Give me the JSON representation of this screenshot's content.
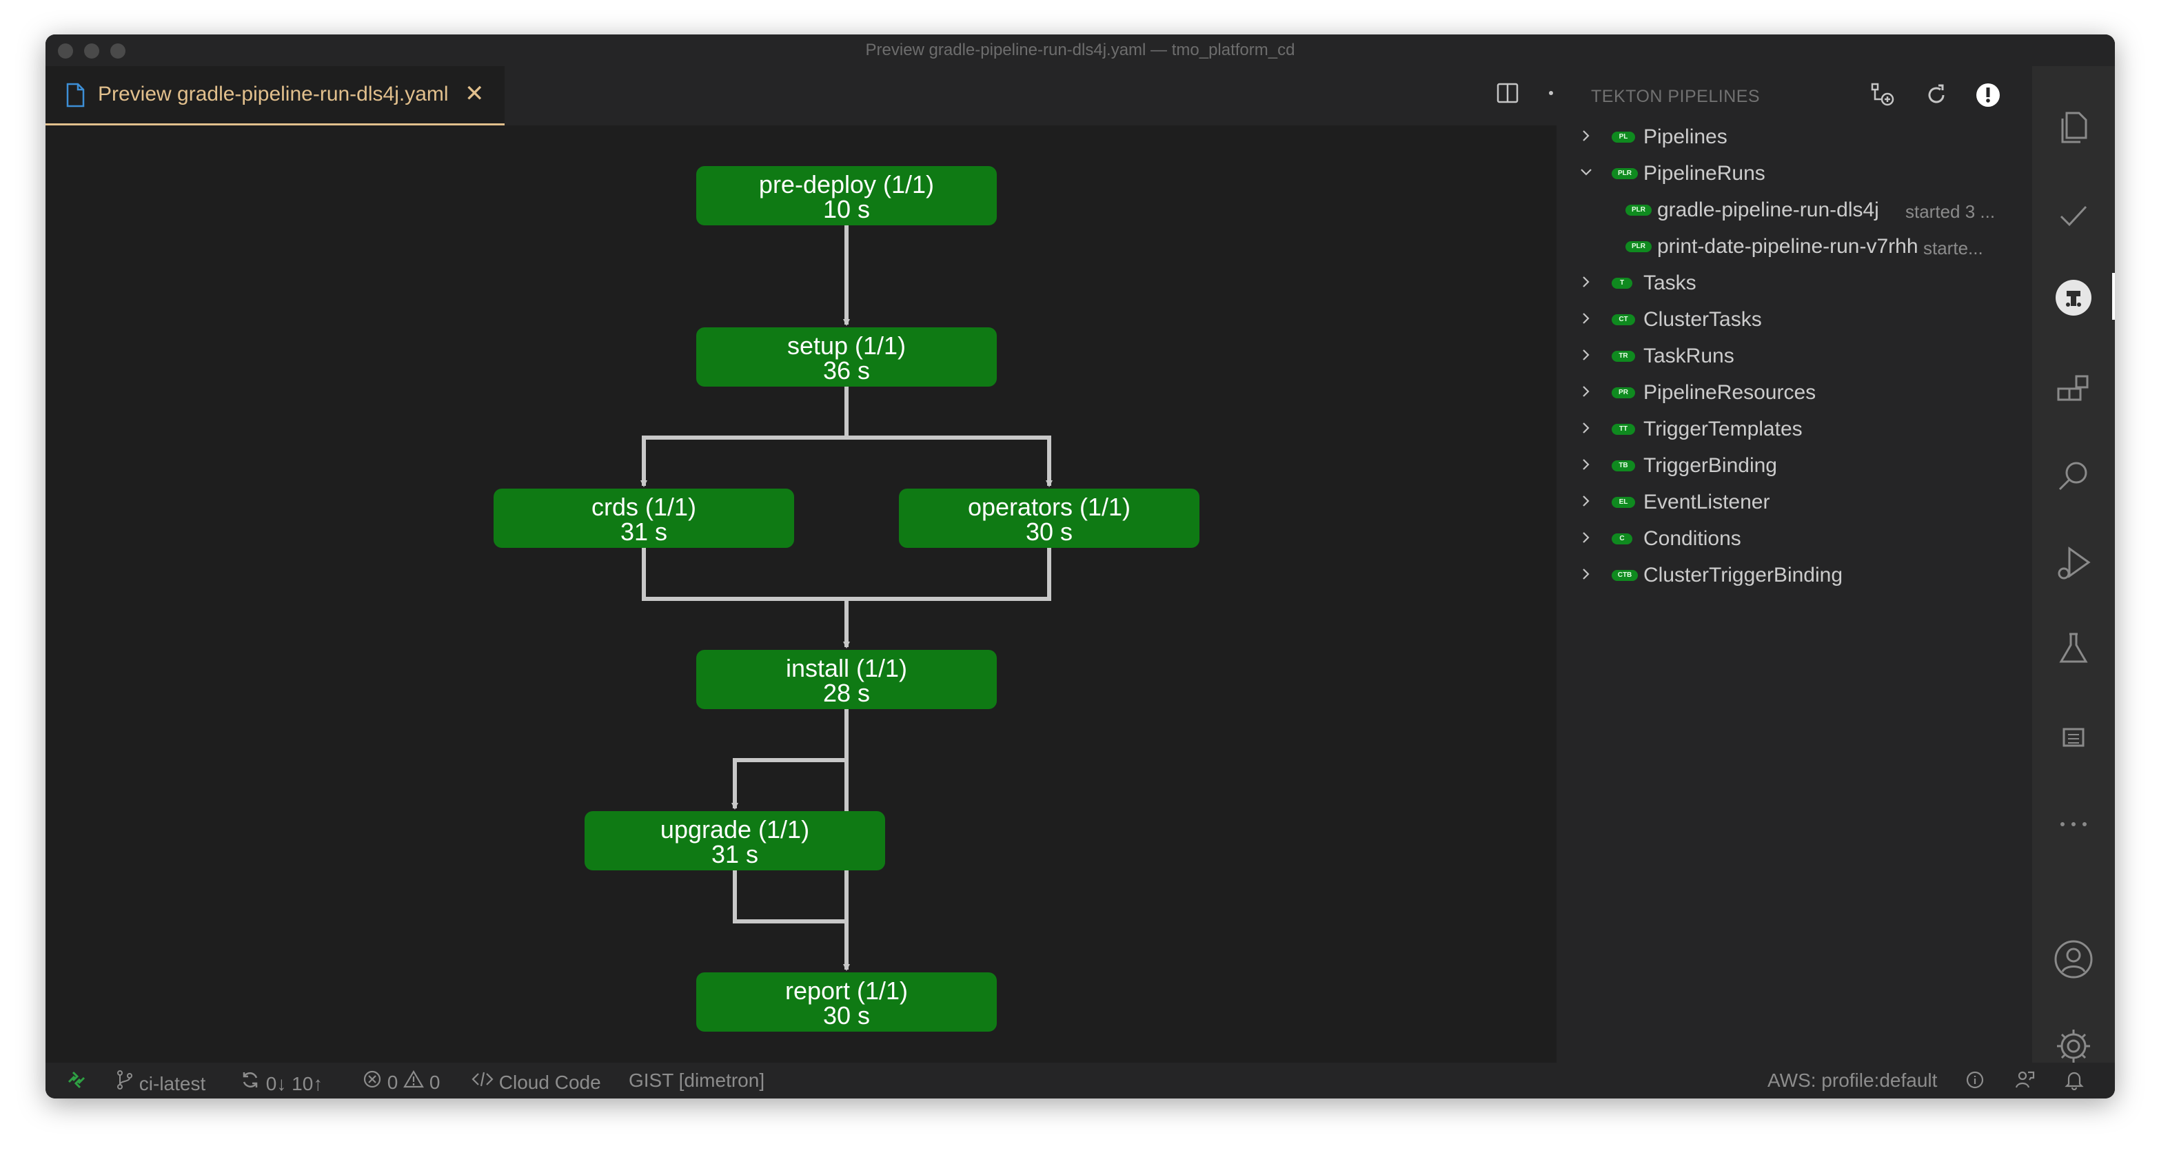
{
  "window": {
    "title": "Preview gradle-pipeline-run-dls4j.yaml — tmo_platform_cd"
  },
  "editor": {
    "tab": {
      "label": "Preview gradle-pipeline-run-dls4j.yaml",
      "close_glyph": "✕"
    },
    "actions": [
      "split-editor-icon",
      "more-actions-icon"
    ],
    "accent_color": "#e2c08d"
  },
  "diagram": {
    "node_color": "#0f7a14",
    "edge_color": "#c8c8c8",
    "nodes": [
      {
        "id": "pre-deploy",
        "name": "pre-deploy (1/1)",
        "duration": "10 s"
      },
      {
        "id": "setup",
        "name": "setup (1/1)",
        "duration": "36 s"
      },
      {
        "id": "crds",
        "name": "crds (1/1)",
        "duration": "31 s"
      },
      {
        "id": "operators",
        "name": "operators (1/1)",
        "duration": "30 s"
      },
      {
        "id": "install",
        "name": "install (1/1)",
        "duration": "28 s"
      },
      {
        "id": "upgrade",
        "name": "upgrade (1/1)",
        "duration": "31 s"
      },
      {
        "id": "report",
        "name": "report (1/1)",
        "duration": "30 s"
      }
    ],
    "edges": [
      [
        "pre-deploy",
        "setup"
      ],
      [
        "setup",
        "crds"
      ],
      [
        "setup",
        "operators"
      ],
      [
        "crds",
        "install"
      ],
      [
        "operators",
        "install"
      ],
      [
        "install",
        "upgrade"
      ],
      [
        "install",
        "report"
      ],
      [
        "upgrade",
        "report"
      ]
    ]
  },
  "sidebar": {
    "title": "TEKTON PIPELINES",
    "actions": [
      "add-trigger-icon",
      "refresh-icon",
      "alert-icon"
    ],
    "items": [
      {
        "label": "Pipelines",
        "badge": "PL",
        "expanded": false
      },
      {
        "label": "PipelineRuns",
        "badge": "PLR",
        "expanded": true
      },
      {
        "label": "gradle-pipeline-run-dls4j",
        "badge": "PLR",
        "child": true,
        "description": "started 3 ..."
      },
      {
        "label": "print-date-pipeline-run-v7rhh",
        "badge": "PLR",
        "child": true,
        "description": "starte..."
      },
      {
        "label": "Tasks",
        "badge": "T",
        "expanded": false
      },
      {
        "label": "ClusterTasks",
        "badge": "CT",
        "expanded": false
      },
      {
        "label": "TaskRuns",
        "badge": "TR",
        "expanded": false
      },
      {
        "label": "PipelineResources",
        "badge": "PR",
        "expanded": false
      },
      {
        "label": "TriggerTemplates",
        "badge": "TT",
        "expanded": false
      },
      {
        "label": "TriggerBinding",
        "badge": "TB",
        "expanded": false
      },
      {
        "label": "EventListener",
        "badge": "EL",
        "expanded": false
      },
      {
        "label": "Conditions",
        "badge": "C",
        "expanded": false
      },
      {
        "label": "ClusterTriggerBinding",
        "badge": "CTB",
        "expanded": false
      }
    ]
  },
  "activity_bar": [
    "explorer-icon",
    "check-icon",
    "tekton-icon",
    "extensions-icon",
    "search-icon",
    "run-debug-icon",
    "testing-icon",
    "list-icon",
    "more-icon",
    "account-icon",
    "settings-gear-icon"
  ],
  "statusbar": {
    "branch": "ci-latest",
    "sync": "0↓ 10↑",
    "errors": "0",
    "warnings": "0",
    "cloud_code": "Cloud Code",
    "gist": "GIST [dimetron]",
    "aws": "AWS: profile:default"
  }
}
